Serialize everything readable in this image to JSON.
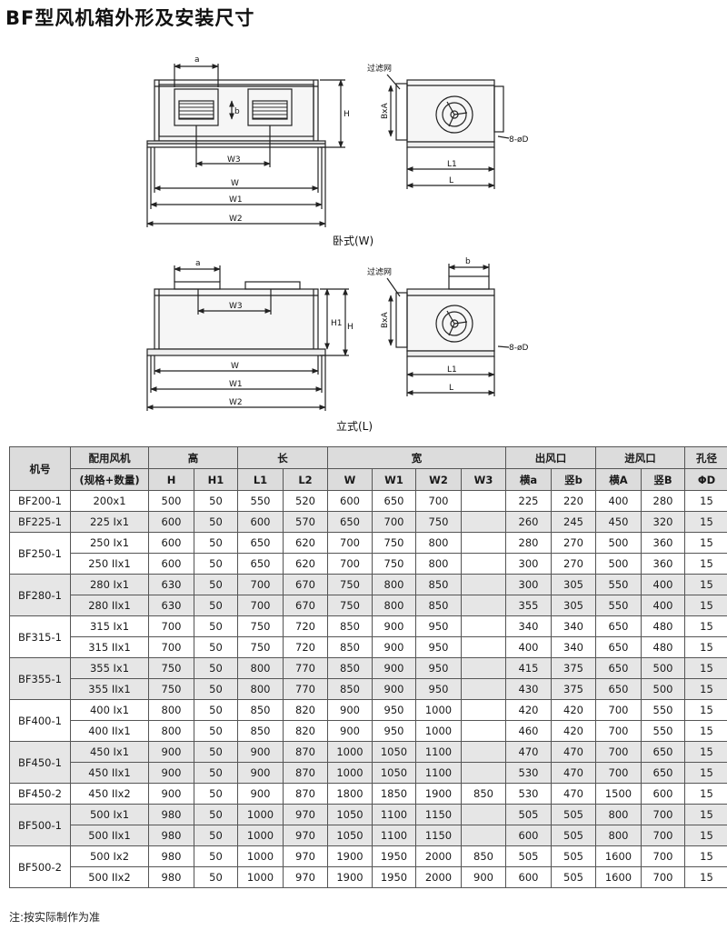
{
  "title": "BF型风机箱外形及安装尺寸",
  "drawing": {
    "caption_horizontal": "卧式(W)",
    "caption_vertical": "立式(L)",
    "dim_a": "a",
    "dim_b": "b",
    "dim_H": "H",
    "dim_H1": "H1",
    "dim_W3": "W3",
    "dim_W": "W",
    "dim_W1": "W1",
    "dim_W2": "W2",
    "dim_L1": "L1",
    "dim_L": "L",
    "dim_BxA": "BxA",
    "filter_label": "过滤网",
    "hole_label": "8-øD"
  },
  "table": {
    "header_top": [
      "机号",
      "配用风机",
      "高",
      "长",
      "宽",
      "出风口",
      "进风口",
      "孔径"
    ],
    "header_sub_fan": "(规格+数量)",
    "header_sub": [
      "H",
      "H1",
      "L1",
      "L2",
      "W",
      "W1",
      "W2",
      "W3",
      "横a",
      "竖b",
      "横A",
      "竖B",
      "ΦD"
    ],
    "groups": [
      {
        "model": "BF200-1",
        "rows": [
          [
            "200x1",
            "500",
            "50",
            "550",
            "520",
            "600",
            "650",
            "700",
            "",
            "225",
            "220",
            "400",
            "280",
            "15"
          ]
        ]
      },
      {
        "model": "BF225-1",
        "rows": [
          [
            "225 Ix1",
            "600",
            "50",
            "600",
            "570",
            "650",
            "700",
            "750",
            "",
            "260",
            "245",
            "450",
            "320",
            "15"
          ]
        ]
      },
      {
        "model": "BF250-1",
        "rows": [
          [
            "250 Ix1",
            "600",
            "50",
            "650",
            "620",
            "700",
            "750",
            "800",
            "",
            "280",
            "270",
            "500",
            "360",
            "15"
          ],
          [
            "250 IIx1",
            "600",
            "50",
            "650",
            "620",
            "700",
            "750",
            "800",
            "",
            "300",
            "270",
            "500",
            "360",
            "15"
          ]
        ]
      },
      {
        "model": "BF280-1",
        "rows": [
          [
            "280 Ix1",
            "630",
            "50",
            "700",
            "670",
            "750",
            "800",
            "850",
            "",
            "300",
            "305",
            "550",
            "400",
            "15"
          ],
          [
            "280 IIx1",
            "630",
            "50",
            "700",
            "670",
            "750",
            "800",
            "850",
            "",
            "355",
            "305",
            "550",
            "400",
            "15"
          ]
        ]
      },
      {
        "model": "BF315-1",
        "rows": [
          [
            "315 Ix1",
            "700",
            "50",
            "750",
            "720",
            "850",
            "900",
            "950",
            "",
            "340",
            "340",
            "650",
            "480",
            "15"
          ],
          [
            "315 IIx1",
            "700",
            "50",
            "750",
            "720",
            "850",
            "900",
            "950",
            "",
            "400",
            "340",
            "650",
            "480",
            "15"
          ]
        ]
      },
      {
        "model": "BF355-1",
        "rows": [
          [
            "355 Ix1",
            "750",
            "50",
            "800",
            "770",
            "850",
            "900",
            "950",
            "",
            "415",
            "375",
            "650",
            "500",
            "15"
          ],
          [
            "355 IIx1",
            "750",
            "50",
            "800",
            "770",
            "850",
            "900",
            "950",
            "",
            "430",
            "375",
            "650",
            "500",
            "15"
          ]
        ]
      },
      {
        "model": "BF400-1",
        "rows": [
          [
            "400 Ix1",
            "800",
            "50",
            "850",
            "820",
            "900",
            "950",
            "1000",
            "",
            "420",
            "420",
            "700",
            "550",
            "15"
          ],
          [
            "400 IIx1",
            "800",
            "50",
            "850",
            "820",
            "900",
            "950",
            "1000",
            "",
            "460",
            "420",
            "700",
            "550",
            "15"
          ]
        ]
      },
      {
        "model": "BF450-1",
        "rows": [
          [
            "450 Ix1",
            "900",
            "50",
            "900",
            "870",
            "1000",
            "1050",
            "1100",
            "",
            "470",
            "470",
            "700",
            "650",
            "15"
          ],
          [
            "450 IIx1",
            "900",
            "50",
            "900",
            "870",
            "1000",
            "1050",
            "1100",
            "",
            "530",
            "470",
            "700",
            "650",
            "15"
          ]
        ]
      },
      {
        "model": "BF450-2",
        "rows": [
          [
            "450 IIx2",
            "900",
            "50",
            "900",
            "870",
            "1800",
            "1850",
            "1900",
            "850",
            "530",
            "470",
            "1500",
            "600",
            "15"
          ]
        ]
      },
      {
        "model": "BF500-1",
        "rows": [
          [
            "500 Ix1",
            "980",
            "50",
            "1000",
            "970",
            "1050",
            "1100",
            "1150",
            "",
            "505",
            "505",
            "800",
            "700",
            "15"
          ],
          [
            "500 IIx1",
            "980",
            "50",
            "1000",
            "970",
            "1050",
            "1100",
            "1150",
            "",
            "600",
            "505",
            "800",
            "700",
            "15"
          ]
        ]
      },
      {
        "model": "BF500-2",
        "rows": [
          [
            "500 Ix2",
            "980",
            "50",
            "1000",
            "970",
            "1900",
            "1950",
            "2000",
            "850",
            "505",
            "505",
            "1600",
            "700",
            "15"
          ],
          [
            "500 IIx2",
            "980",
            "50",
            "1000",
            "970",
            "1900",
            "1950",
            "2000",
            "900",
            "600",
            "505",
            "1600",
            "700",
            "15"
          ]
        ]
      }
    ]
  },
  "note": "注:按实际制作为准"
}
